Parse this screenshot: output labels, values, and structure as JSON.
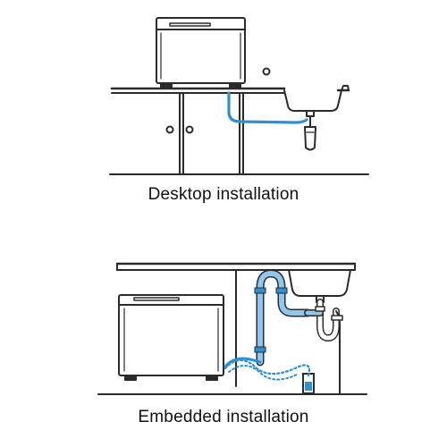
{
  "captions": {
    "desktop": "Desktop installation",
    "embedded": "Embedded installation"
  },
  "colors": {
    "line": "#2b2b2b",
    "hose": "#2f8fd0",
    "hose_light": "#8fc7ee",
    "background": "#ffffff"
  },
  "icons": [
    "dishwasher",
    "sink",
    "faucet",
    "water-pipe",
    "drain-trap",
    "counter-cabinet"
  ]
}
